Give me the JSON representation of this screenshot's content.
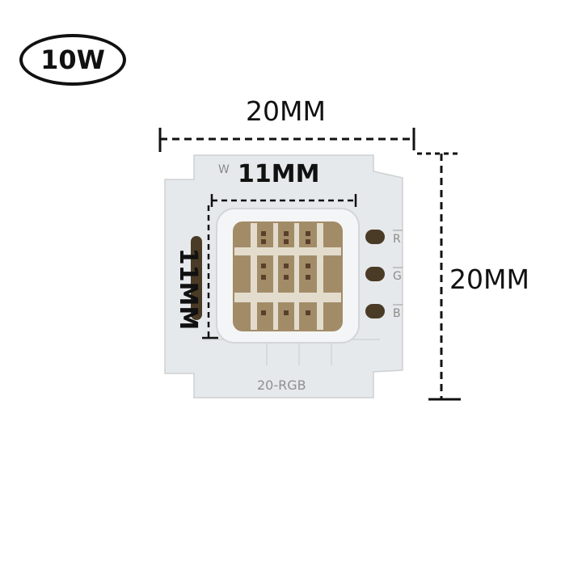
{
  "badge": {
    "text": "10W"
  },
  "dimensions": {
    "outer_width": "20MM",
    "outer_height": "20MM",
    "inner_width": "11MM",
    "inner_height": "11MM"
  },
  "board": {
    "model_label": "20-RGB",
    "corner_mark": "W",
    "pads": [
      "R",
      "G",
      "B"
    ],
    "colors": {
      "board": "#e7eaec",
      "board_edge": "#cfd3d6",
      "chip_body": "#a28c68",
      "pad": "#4a3b26"
    }
  }
}
